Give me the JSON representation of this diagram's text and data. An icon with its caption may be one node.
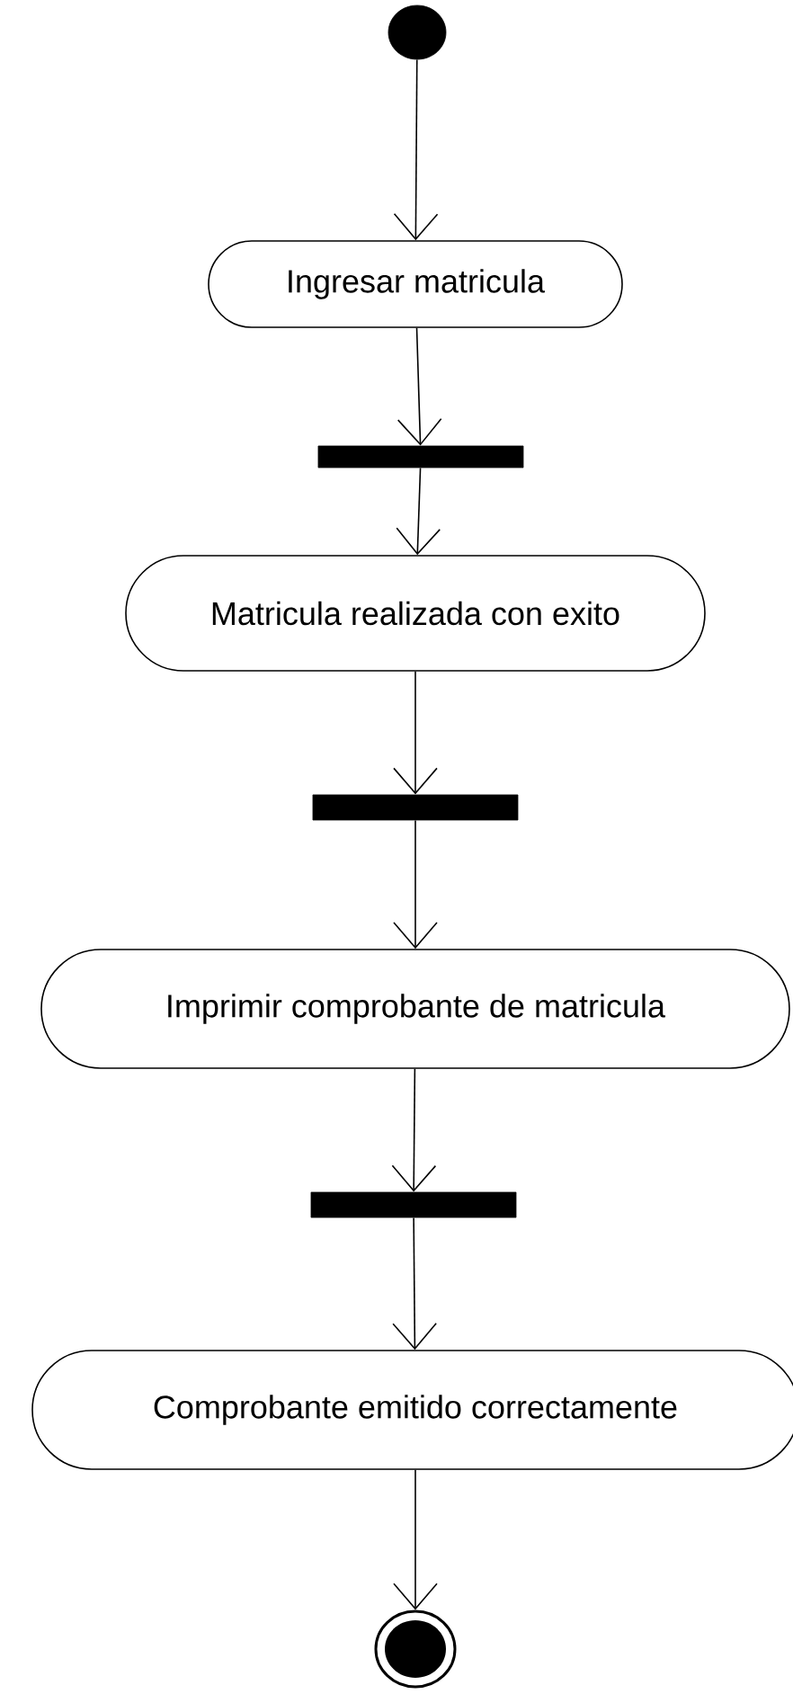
{
  "diagram": {
    "nodes": [
      {
        "text": [],
        "shape": "circle"
      },
      {
        "text": [
          "Ingresar matricula"
        ]
      },
      {
        "text": [],
        "shape": "bar"
      },
      {
        "text": [
          "Matricula realizada con exito"
        ]
      },
      {
        "text": [],
        "shape": "bar"
      },
      {
        "text": [
          "Imprimir comprobante de matricula"
        ]
      },
      {
        "text": [],
        "shape": "bar"
      },
      {
        "text": [
          "Comprobante emitido correctamente"
        ]
      },
      {
        "text": [],
        "shape": "bullseye"
      }
    ],
    "edges": [
      {
        "from": 0,
        "to": 1,
        "arrow": "to"
      },
      {
        "from": 1,
        "to": 2,
        "arrow": "to"
      },
      {
        "from": 2,
        "to": 3,
        "arrow": "to"
      },
      {
        "from": 3,
        "to": 4,
        "arrow": "to"
      },
      {
        "from": 4,
        "to": 5,
        "arrow": "to"
      },
      {
        "from": 5,
        "to": 6,
        "arrow": "to"
      },
      {
        "from": 6,
        "to": 7,
        "arrow": "to"
      },
      {
        "from": 7,
        "to": 8,
        "arrow": "to"
      }
    ]
  }
}
